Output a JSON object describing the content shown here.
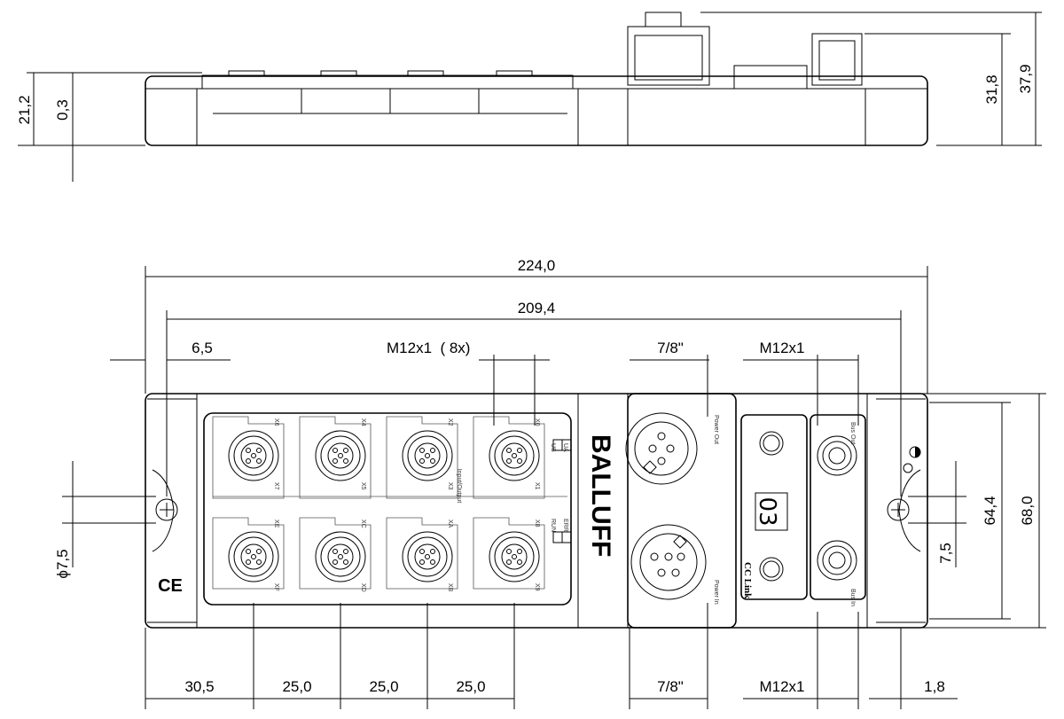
{
  "side_view": {
    "dims": [
      "21,2",
      "0,3",
      "31,8",
      "37,9"
    ]
  },
  "top_view": {
    "width_overall": "224,0",
    "hole_spacing": "209,4",
    "edge_offset": "6,5",
    "io_connectors": "M12x1  ( 8x)",
    "power_connector_top": "7/8\"",
    "bus_connector_top": "M12x1",
    "height_inner": "64,4",
    "height_overall": "68,0",
    "hole_diameter": "ϕ7,5",
    "hole_offset": "7,5",
    "bottom_dims": [
      "30,5",
      "25,0",
      "25,0",
      "25,0",
      "7/8\"",
      "M12x1",
      "1,8"
    ]
  },
  "device": {
    "brand": "BALLUFF",
    "section_label": "Input/Output",
    "display_value": "03",
    "network_logo": "CC Link",
    "ce_mark": "CE",
    "port_labels_top": [
      "X6",
      "X4",
      "X2",
      "X0"
    ],
    "port_labels_top_b": [
      "X7",
      "X5",
      "X3",
      "X1"
    ],
    "port_labels_bottom": [
      "XE",
      "XC",
      "XA",
      "X8"
    ],
    "port_labels_bottom_b": [
      "XF",
      "XD",
      "XB",
      "X9"
    ],
    "led_labels_top": [
      "US",
      "UA"
    ],
    "led_labels_bottom": [
      "RUN",
      "ERR"
    ],
    "power_in_label": "Power In",
    "power_out_label": "Power Out",
    "bus_out_label": "Bus Out",
    "bus_in_label": "Bus In"
  }
}
